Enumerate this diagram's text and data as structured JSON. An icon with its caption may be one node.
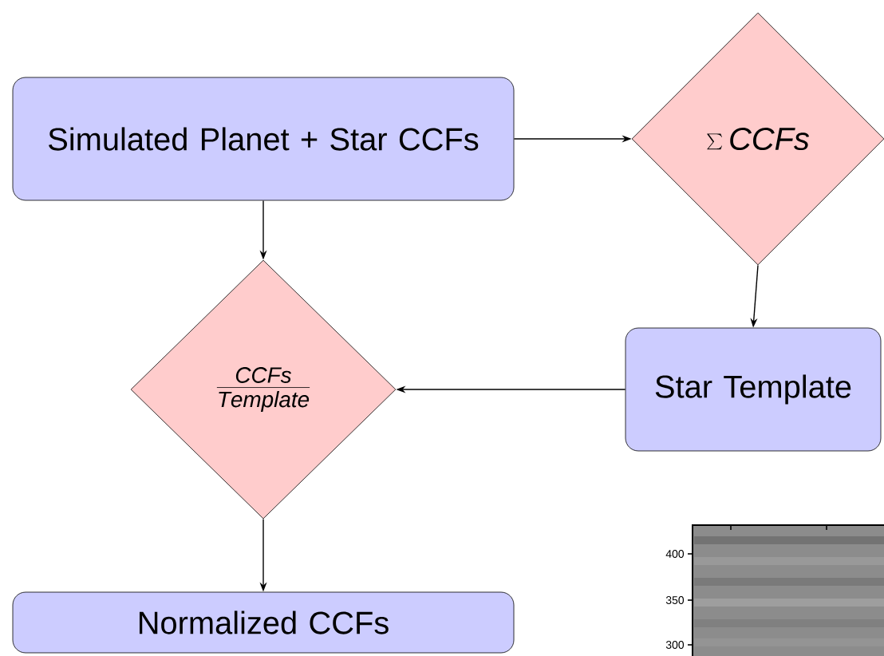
{
  "diagram": {
    "nodes": [
      {
        "text": [
          "Simulated Planet + Star CCFs"
        ]
      },
      {
        "text": [
          "\\sum \\mathit{CCFs}"
        ]
      },
      {
        "text": [
          "Star Template"
        ]
      },
      {
        "text": [
          "\\frac{\\mathit{CCFs}}{\\mathit{Template}}"
        ]
      },
      {
        "text": [
          "Normalized CCFs"
        ]
      }
    ],
    "edges": [
      {
        "from": 0,
        "to": 1,
        "arrow": "to"
      },
      {
        "from": 0,
        "to": 3,
        "arrow": "to"
      },
      {
        "from": 1,
        "to": 2,
        "arrow": "to"
      },
      {
        "from": 2,
        "to": 3,
        "arrow": "to"
      },
      {
        "from": 3,
        "to": 4,
        "arrow": "to"
      }
    ],
    "labels": [
      "400",
      "350",
      "300"
    ]
  }
}
